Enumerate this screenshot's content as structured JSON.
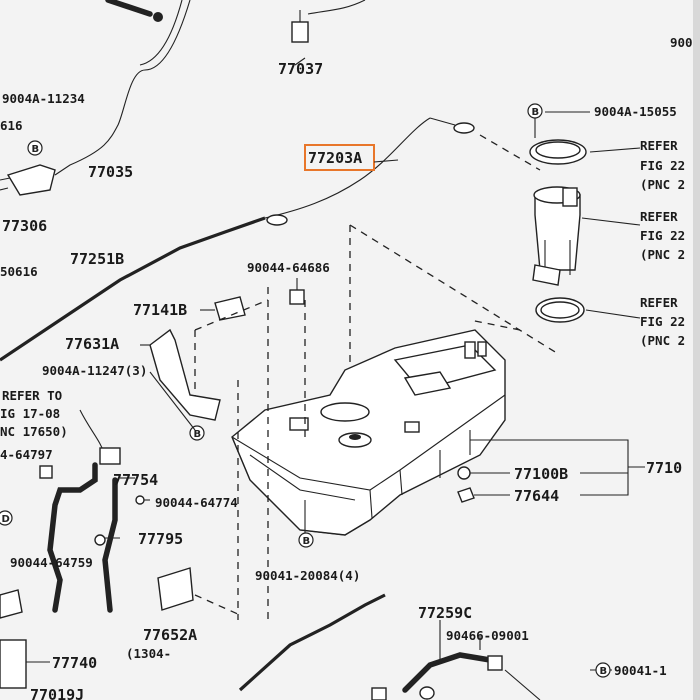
{
  "highlight_color": "#e8762a",
  "labels": {
    "p77037": "77037",
    "p9004a11234": "9004A-11234",
    "p616": "616",
    "p77035": "77035",
    "p77306": "77306",
    "p50616": "50616",
    "p77251b": "77251B",
    "p77203a": "77203A",
    "p9004a15055": "9004A-15055",
    "p9004top": "9004",
    "refer1": "REFER",
    "fig1": "FIG 22",
    "pnc1": "(PNC 2",
    "refer2": "REFER",
    "fig2": "FIG 22",
    "pnc2": "(PNC 2",
    "refer3": "REFER",
    "fig3": "FIG 22",
    "pnc3": "(PNC 2",
    "p9004464686": "90044-64686",
    "p77141b": "77141B",
    "p77631a": "77631A",
    "p9004a11247": "9004A-11247(3)",
    "refer_to": "REFER TO",
    "fig1708": "IG 17-08",
    "pnc17650": "NC 17650)",
    "p464797": "4-64797",
    "p77754": "77754",
    "p9004464774": "90044-64774",
    "p77795": "77795",
    "p9004464759": "90044-64759",
    "p77100b": "77100B",
    "p7710": "7710",
    "p77644": "77644",
    "p90041_20084": "90041-20084(4)",
    "p77652a": "77652A",
    "p1304": "(1304-",
    "p77740": "77740",
    "p77019": "77019J",
    "p77259c": "77259C",
    "p90466": "90466-09001",
    "p90041_right": "90041-1",
    "ref_b": "B",
    "d_letter": "D"
  }
}
